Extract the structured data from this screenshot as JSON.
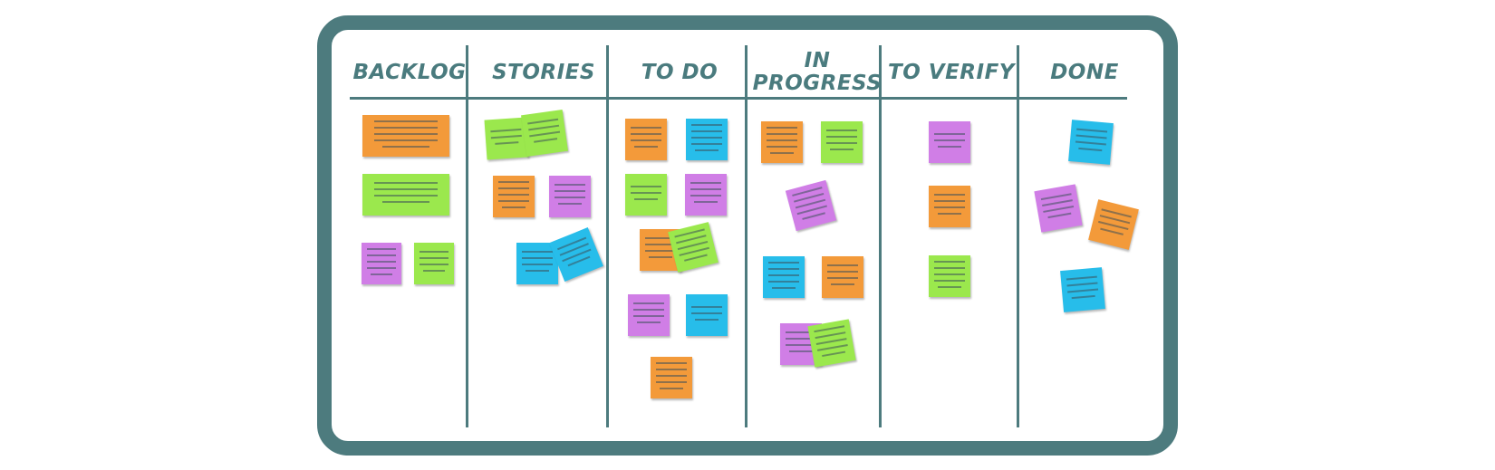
{
  "board": {
    "columns": [
      {
        "label": "BACKLOG"
      },
      {
        "label": "STORIES"
      },
      {
        "label": "TO DO"
      },
      {
        "label": "IN PROGRESS"
      },
      {
        "label": "TO VERIFY"
      },
      {
        "label": "DONE"
      }
    ]
  },
  "colors": {
    "frame": "#4d7b7e",
    "orange": "#f39a3a",
    "green": "#9be84d",
    "purple": "#d07ee6",
    "blue": "#27bdea"
  },
  "notes": [
    {
      "column": "BACKLOG",
      "color": "orange"
    },
    {
      "column": "BACKLOG",
      "color": "green"
    },
    {
      "column": "BACKLOG",
      "color": "purple"
    },
    {
      "column": "BACKLOG",
      "color": "green"
    },
    {
      "column": "STORIES",
      "color": "green"
    },
    {
      "column": "STORIES",
      "color": "green"
    },
    {
      "column": "STORIES",
      "color": "orange"
    },
    {
      "column": "STORIES",
      "color": "purple"
    },
    {
      "column": "STORIES",
      "color": "blue"
    },
    {
      "column": "STORIES",
      "color": "blue"
    },
    {
      "column": "TO DO",
      "color": "orange"
    },
    {
      "column": "TO DO",
      "color": "blue"
    },
    {
      "column": "TO DO",
      "color": "green"
    },
    {
      "column": "TO DO",
      "color": "purple"
    },
    {
      "column": "TO DO",
      "color": "orange"
    },
    {
      "column": "TO DO",
      "color": "green"
    },
    {
      "column": "TO DO",
      "color": "purple"
    },
    {
      "column": "TO DO",
      "color": "blue"
    },
    {
      "column": "TO DO",
      "color": "orange"
    },
    {
      "column": "IN PROGRESS",
      "color": "orange"
    },
    {
      "column": "IN PROGRESS",
      "color": "green"
    },
    {
      "column": "IN PROGRESS",
      "color": "purple"
    },
    {
      "column": "IN PROGRESS",
      "color": "blue"
    },
    {
      "column": "IN PROGRESS",
      "color": "orange"
    },
    {
      "column": "IN PROGRESS",
      "color": "purple"
    },
    {
      "column": "IN PROGRESS",
      "color": "green"
    },
    {
      "column": "TO VERIFY",
      "color": "purple"
    },
    {
      "column": "TO VERIFY",
      "color": "orange"
    },
    {
      "column": "TO VERIFY",
      "color": "green"
    },
    {
      "column": "DONE",
      "color": "blue"
    },
    {
      "column": "DONE",
      "color": "purple"
    },
    {
      "column": "DONE",
      "color": "orange"
    },
    {
      "column": "DONE",
      "color": "blue"
    }
  ]
}
